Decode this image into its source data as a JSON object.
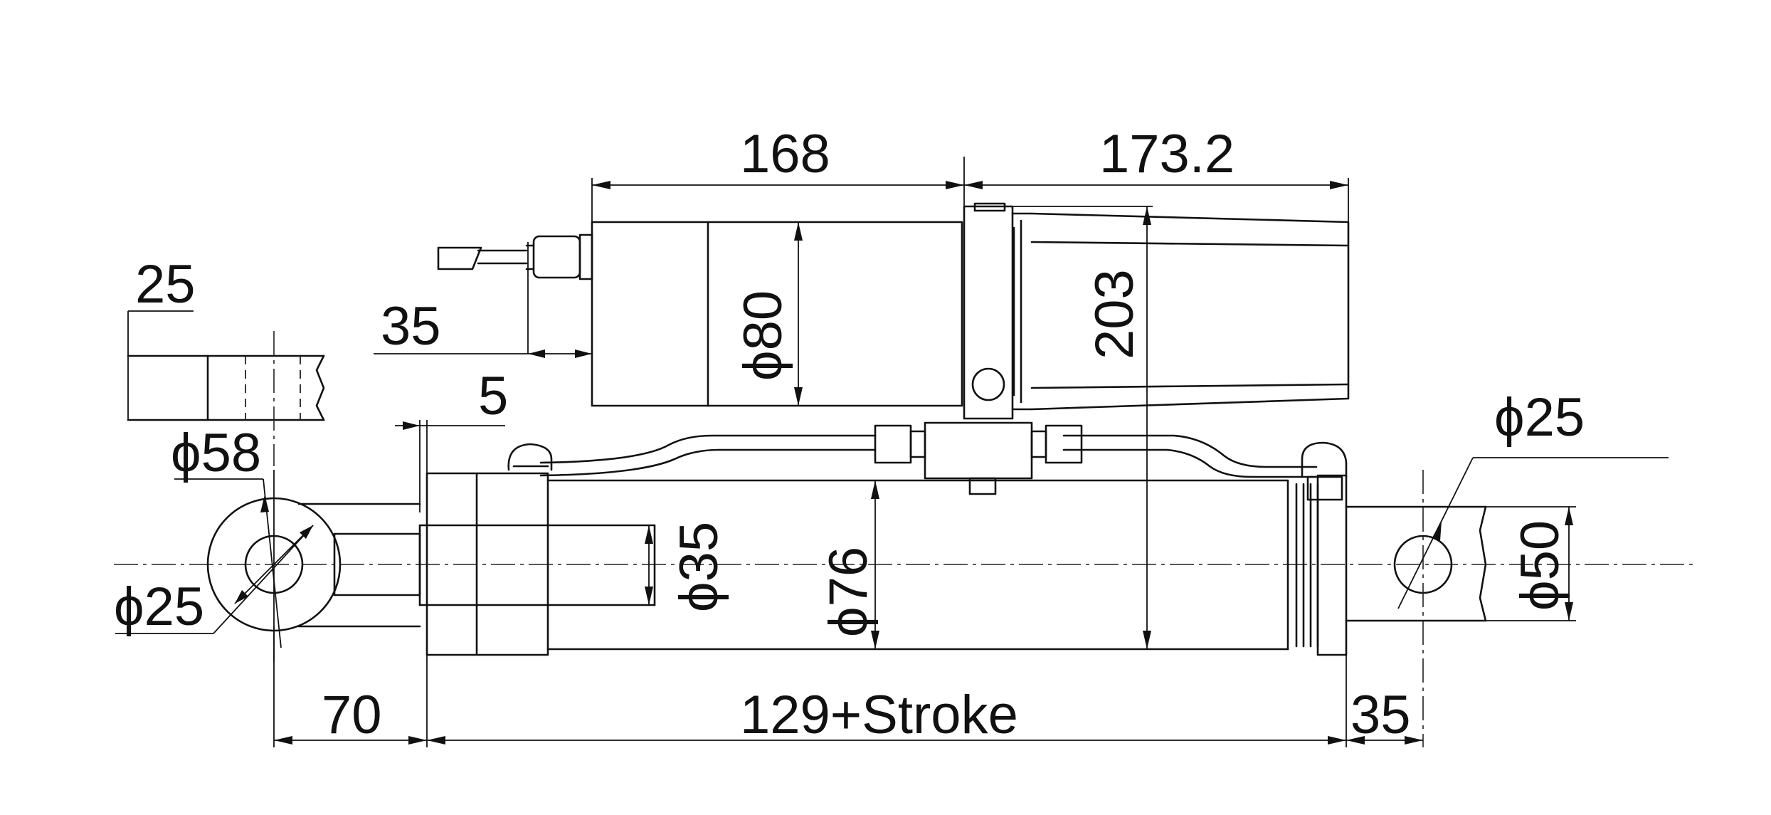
{
  "dimensions": {
    "motor_length": "168",
    "pump_length": "173.2",
    "eye_width": "25",
    "cable_offset": "35",
    "gap": "5",
    "motor_dia": "ϕ80",
    "overall_height": "203",
    "eye_outer_dia": "ϕ58",
    "left_pin_dia": "ϕ25",
    "rod_dia": "ϕ35",
    "bore_dia": "ϕ76",
    "right_pin_dia": "ϕ25",
    "clevis_dia": "ϕ50",
    "rod_eye_length": "70",
    "body_length": "129+Stroke",
    "clevis_length": "35"
  }
}
